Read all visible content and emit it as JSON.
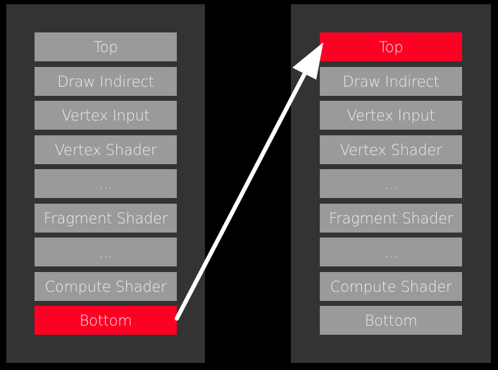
{
  "colors": {
    "background": "#000000",
    "panel": "#333333",
    "stage": "#9a9a9a",
    "highlight": "#fb0124",
    "text": "#ececec",
    "arrow": "#ffffff"
  },
  "left_panel": {
    "stages": [
      {
        "label": "Top",
        "highlighted": false
      },
      {
        "label": "Draw Indirect",
        "highlighted": false
      },
      {
        "label": "Vertex Input",
        "highlighted": false
      },
      {
        "label": "Vertex Shader",
        "highlighted": false
      },
      {
        "label": "...",
        "highlighted": false
      },
      {
        "label": "Fragment Shader",
        "highlighted": false
      },
      {
        "label": "...",
        "highlighted": false
      },
      {
        "label": "Compute Shader",
        "highlighted": false
      },
      {
        "label": "Bottom",
        "highlighted": true
      }
    ]
  },
  "right_panel": {
    "stages": [
      {
        "label": "Top",
        "highlighted": true
      },
      {
        "label": "Draw Indirect",
        "highlighted": false
      },
      {
        "label": "Vertex Input",
        "highlighted": false
      },
      {
        "label": "Vertex Shader",
        "highlighted": false
      },
      {
        "label": "...",
        "highlighted": false
      },
      {
        "label": "Fragment Shader",
        "highlighted": false
      },
      {
        "label": "...",
        "highlighted": false
      },
      {
        "label": "Compute Shader",
        "highlighted": false
      },
      {
        "label": "Bottom",
        "highlighted": false
      }
    ]
  },
  "arrow": {
    "from": "left_panel.Bottom",
    "to": "right_panel.Top"
  }
}
